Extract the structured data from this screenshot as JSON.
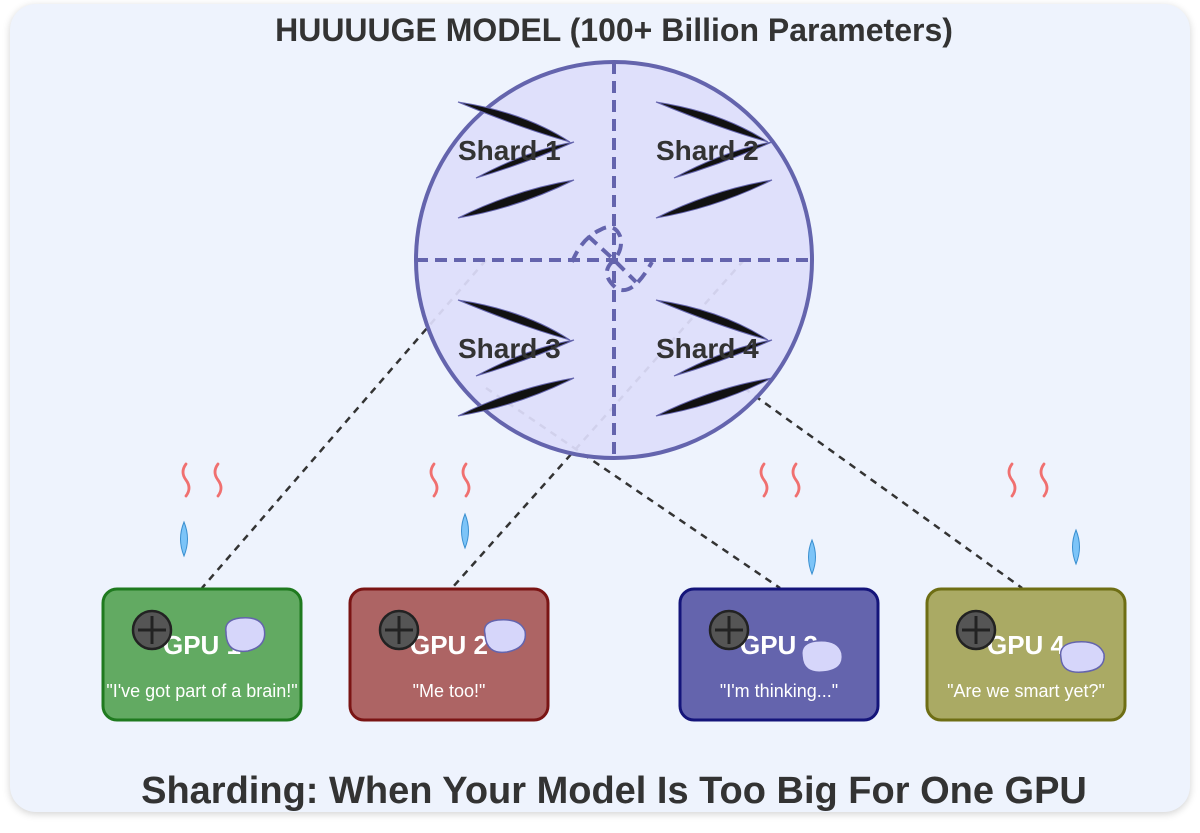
{
  "title": "HUUUUGE MODEL (100+ Billion Parameters)",
  "footer": "Sharding: When Your Model Is Too Big For One GPU",
  "shards": [
    {
      "label": "Shard 1"
    },
    {
      "label": "Shard 2"
    },
    {
      "label": "Shard 3"
    },
    {
      "label": "Shard 4"
    }
  ],
  "gpus": [
    {
      "label": "GPU 1",
      "quote": "\"I've got part of a brain!\"",
      "color": "#62aa62",
      "border": "#1f7a1f"
    },
    {
      "label": "GPU 2",
      "quote": "\"Me too!\"",
      "color": "#ad6464",
      "border": "#7a1414"
    },
    {
      "label": "GPU 3",
      "quote": "\"I'm thinking...\"",
      "color": "#6464ad",
      "border": "#14147a"
    },
    {
      "label": "GPU 4",
      "quote": "\"Are we smart yet?\"",
      "color": "#aaaa64",
      "border": "#6e6e14"
    }
  ],
  "colors": {
    "background": "#eef3fd",
    "model_fill": "#dedefb",
    "model_stroke": "#6464ad",
    "steam": "#f07070",
    "sweat": "#7cc4f8",
    "brain_blob": "#d6d6fa"
  },
  "icons": [
    "fan-icon",
    "brain-blob-icon",
    "steam-icon",
    "sweat-drop-icon"
  ]
}
